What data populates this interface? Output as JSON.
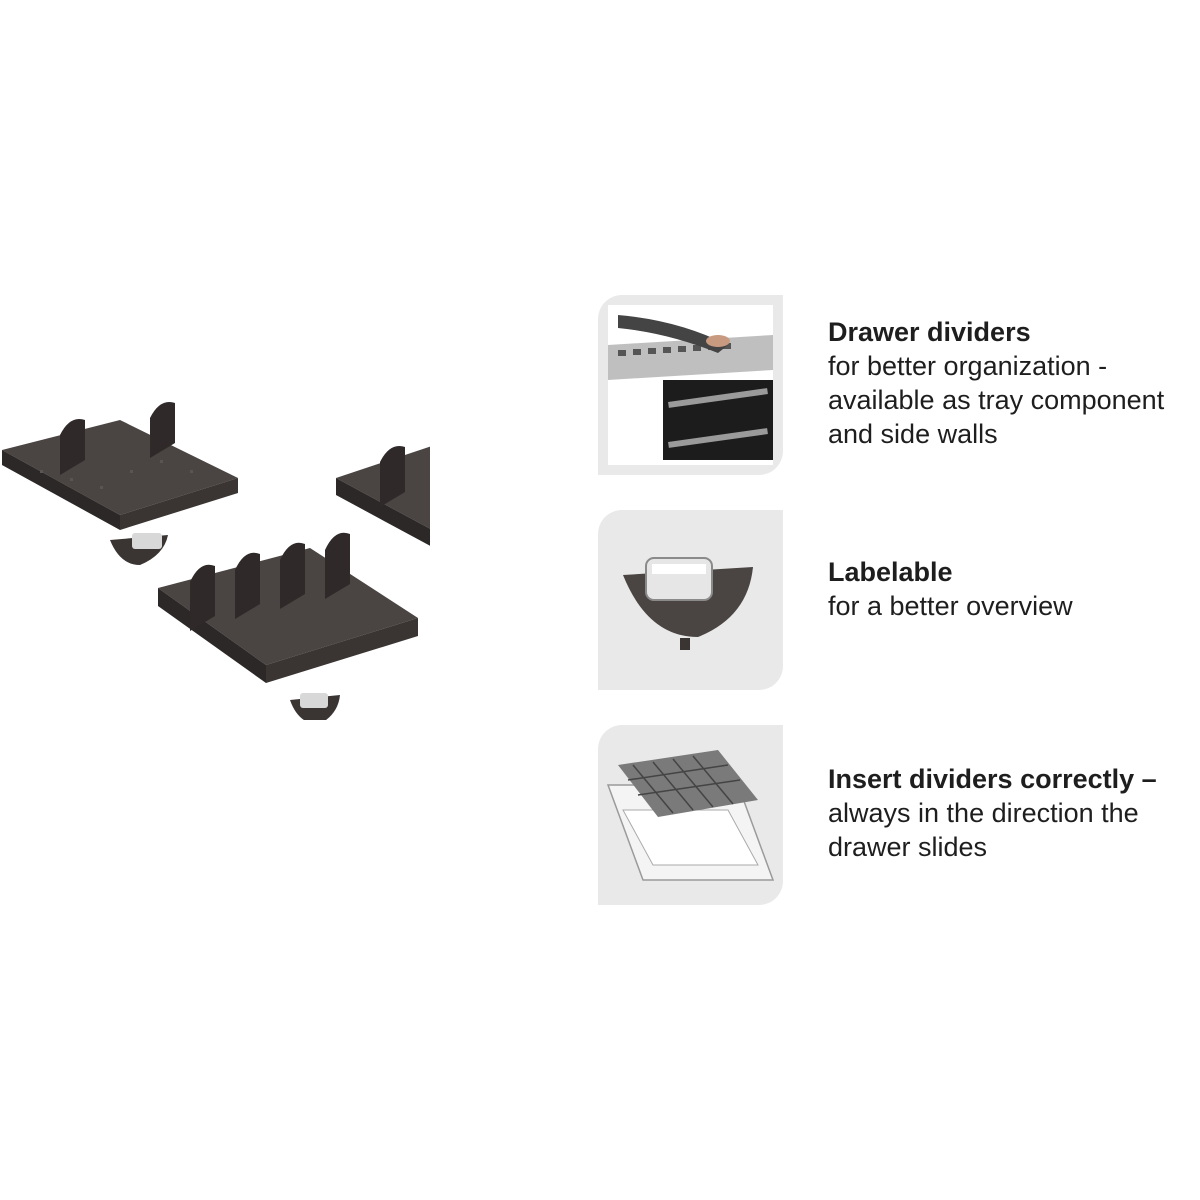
{
  "features": [
    {
      "icon": "drawer-dividers-photo",
      "title": "Drawer dividers",
      "description": "for better organization -\navailable as tray component\nand side walls"
    },
    {
      "icon": "label-holder-photo",
      "title": "Labelable",
      "description": "for a better overview"
    },
    {
      "icon": "insert-dividers-diagram",
      "title": "Insert dividers correctly –",
      "description": "always in the direction the\ndrawer slides"
    }
  ],
  "colors": {
    "tray": "#3a3533",
    "thumb_bg": "#e9e9e9",
    "text": "#1e1e1e"
  }
}
